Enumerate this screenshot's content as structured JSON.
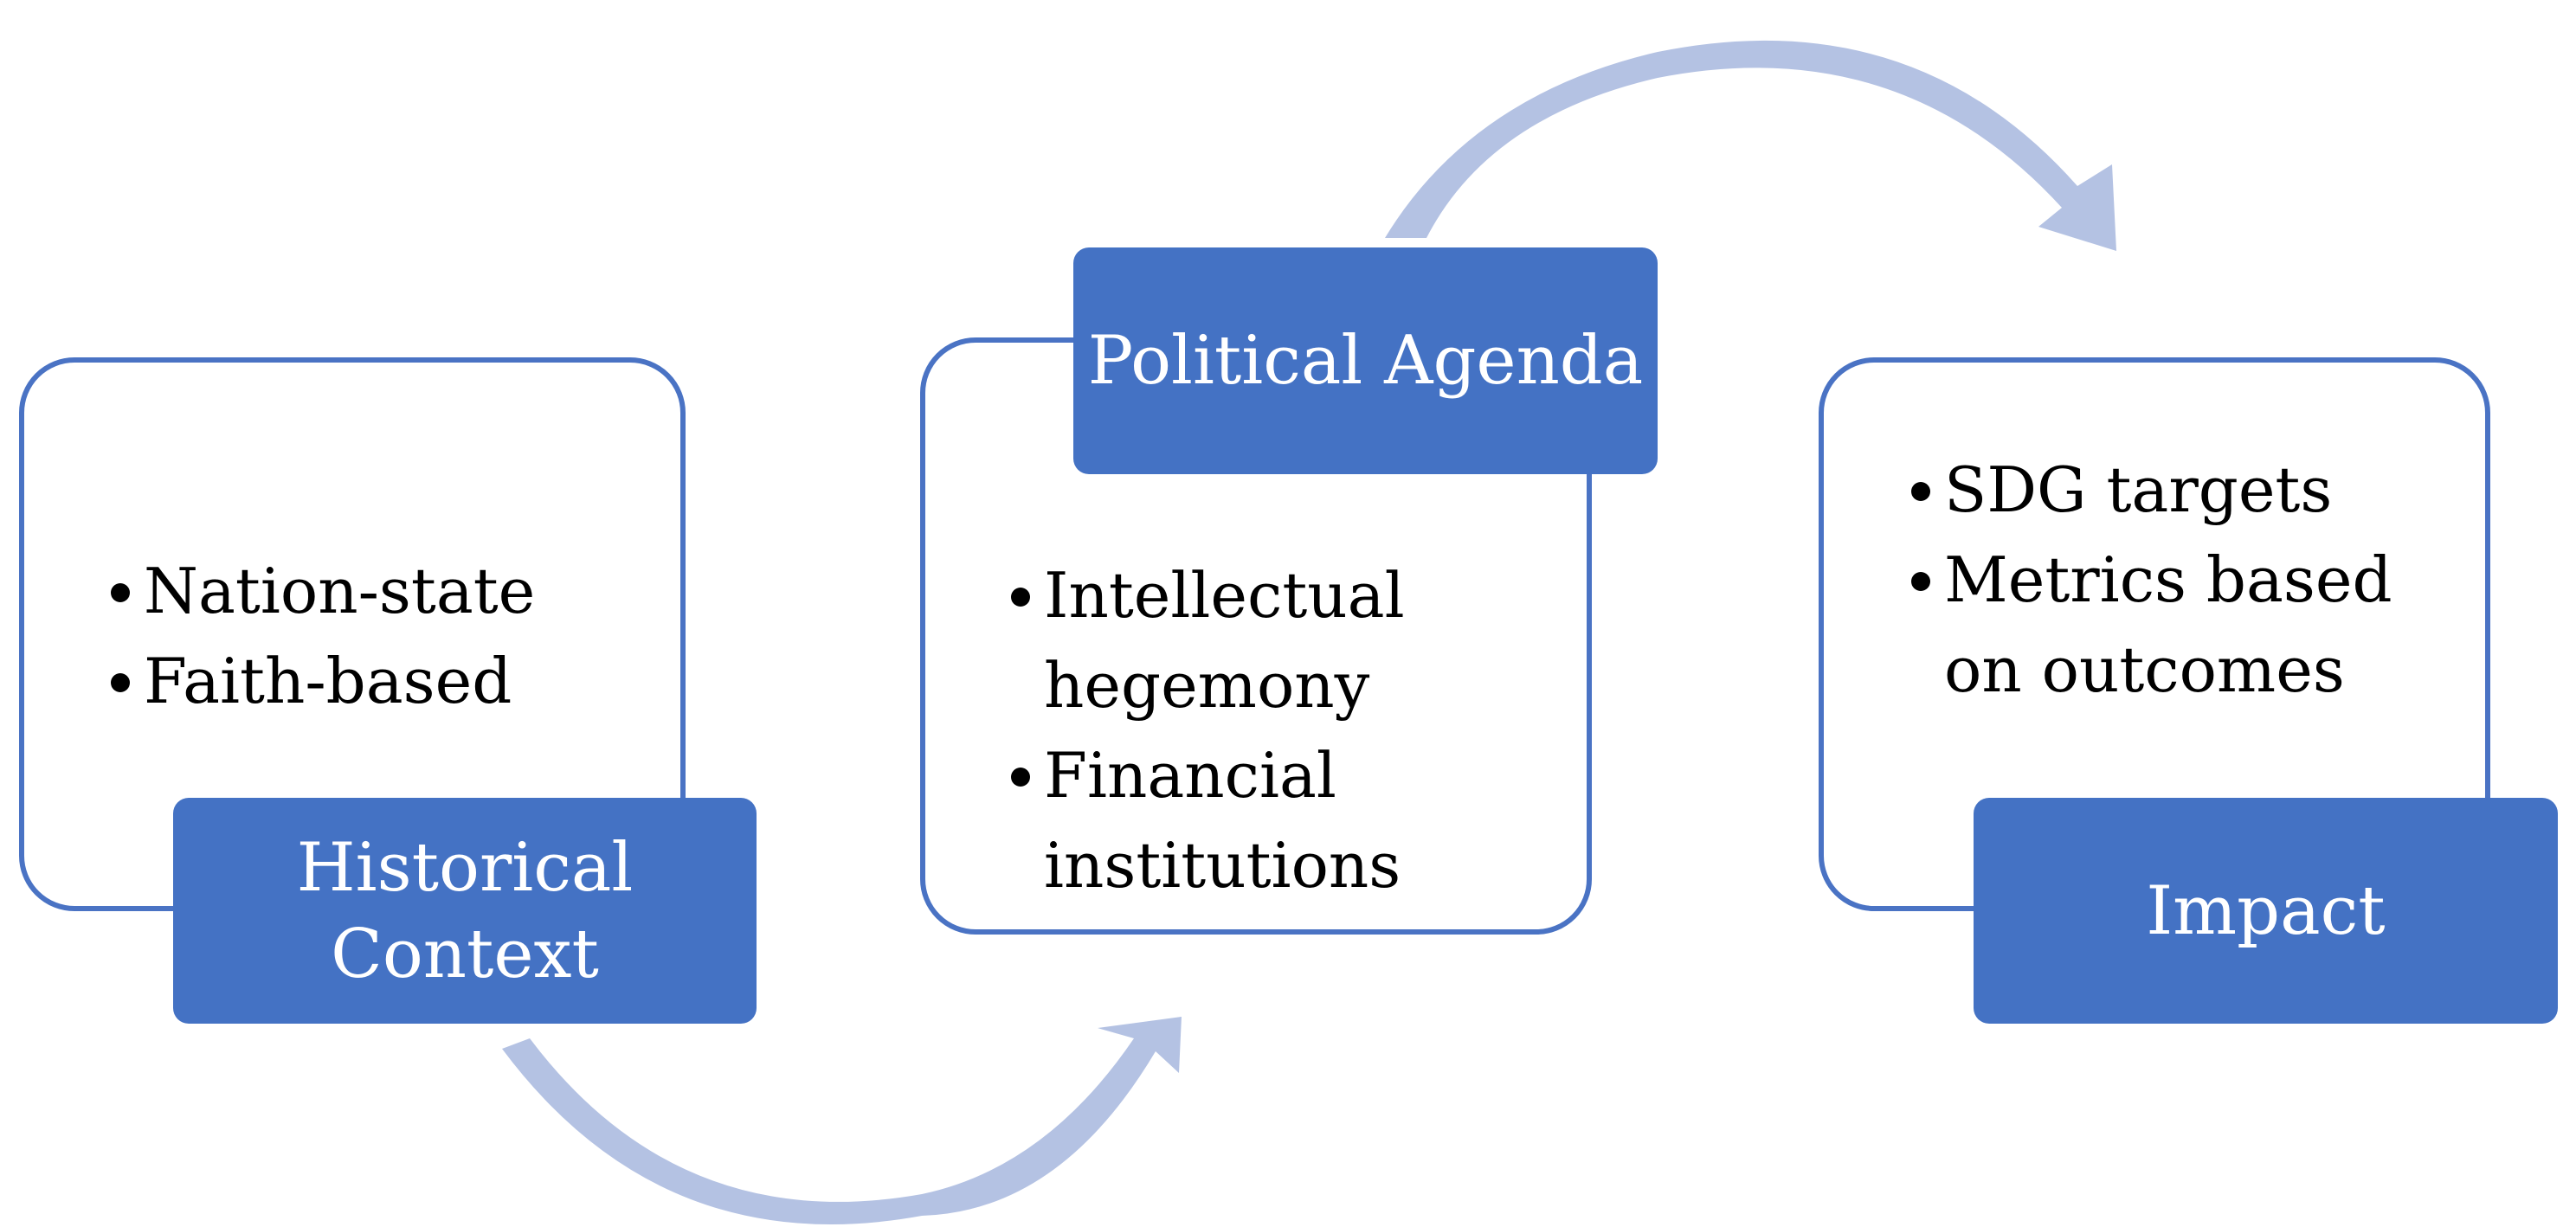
{
  "colors": {
    "accent": "#4472c4",
    "border": "#4a73c4",
    "arrow": "#b4c2e3"
  },
  "boxes": [
    {
      "title_lines": [
        "Historical",
        "Context"
      ],
      "bullets": [
        [
          "Nation-state"
        ],
        [
          "Faith-based"
        ]
      ]
    },
    {
      "title_lines": [
        "Political Agenda"
      ],
      "bullets": [
        [
          "Intellectual",
          "hegemony"
        ],
        [
          "Financial",
          "institutions"
        ]
      ]
    },
    {
      "title_lines": [
        "Impact"
      ],
      "bullets": [
        [
          "SDG targets"
        ],
        [
          "Metrics based",
          "on outcomes"
        ]
      ]
    }
  ]
}
